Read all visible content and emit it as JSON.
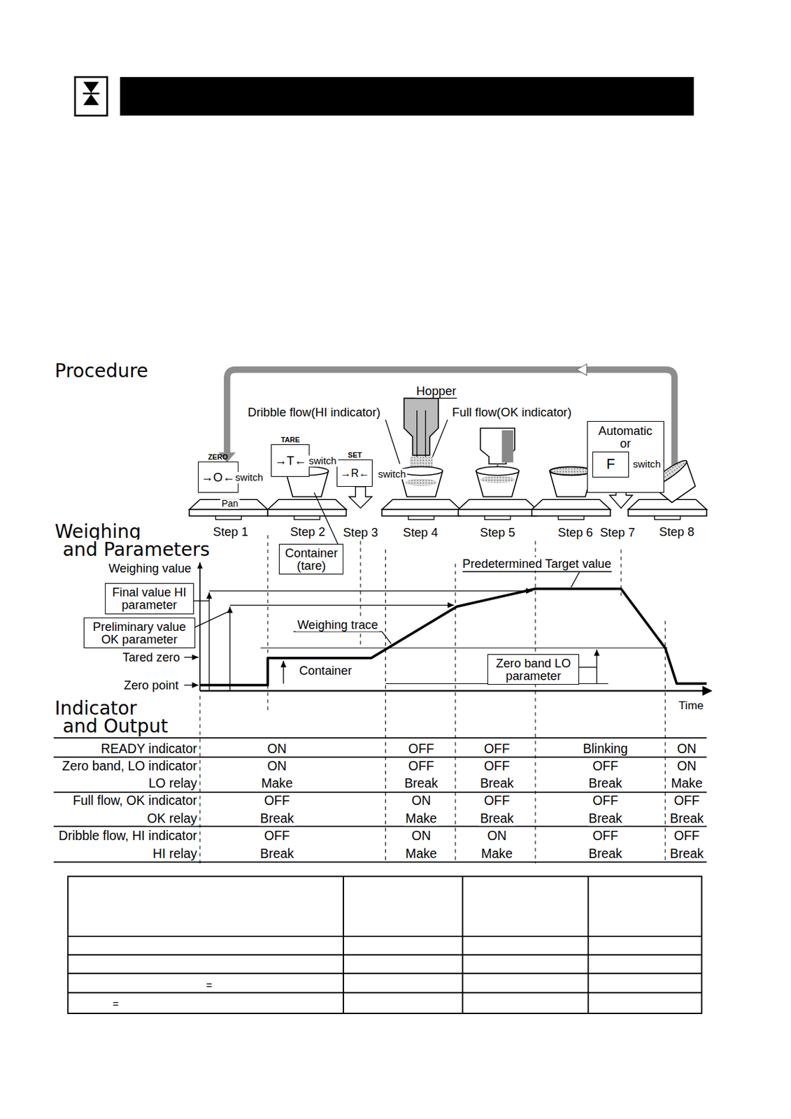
{
  "diagram": {
    "nodes": [
      {
        "text": [
          "ZERO",
          "→O←"
        ]
      },
      {
        "text": [
          "TARE",
          "→T←"
        ]
      },
      {
        "text": [
          "SET",
          "→R←"
        ]
      },
      {
        "text": [
          "Automatic or"
        ]
      },
      {
        "text": [
          "F"
        ],
        "in": 3
      },
      {
        "text": [
          "Container (tare)"
        ]
      },
      {
        "text": [
          "Final value HI parameter"
        ]
      },
      {
        "text": [
          "Preliminary value OK parameter"
        ]
      },
      {
        "text": [
          "Zero band LO parameter"
        ]
      }
    ],
    "labels": [
      "Procedure",
      "Weighing",
      "and Parameters",
      "Indicator",
      "and Output",
      "switch",
      "Pan",
      "switch",
      "switch",
      "Hopper",
      "Dribble flow(HI indicator)",
      "Full flow(OK indicator)",
      "switch",
      "Step 1",
      "Step 2",
      "Step 3",
      "Step 4",
      "Step 5",
      "Step 6",
      "Step 7",
      "Step 8",
      "Weighing value",
      "Predetermined Target value",
      "Tared zero",
      "Weighing trace",
      "Zero point",
      "Container",
      "Time",
      "READY indicator",
      "Zero band, LO indicator",
      "LO relay",
      "Full flow, OK indicator",
      "OK relay",
      "Dribble flow, HI indicator",
      "HI relay",
      "ON",
      "OFF",
      "OFF",
      "Blinking",
      "ON",
      "ON",
      "OFF",
      "OFF",
      "OFF",
      "ON",
      "Make",
      "Break",
      "Break",
      "Break",
      "Make",
      "OFF",
      "ON",
      "OFF",
      "OFF",
      "OFF",
      "Break",
      "Make",
      "Break",
      "Break",
      "Break",
      "OFF",
      "ON",
      "ON",
      "OFF",
      "OFF",
      "Break",
      "Make",
      "Make",
      "Break",
      "Break",
      "=",
      "="
    ]
  }
}
